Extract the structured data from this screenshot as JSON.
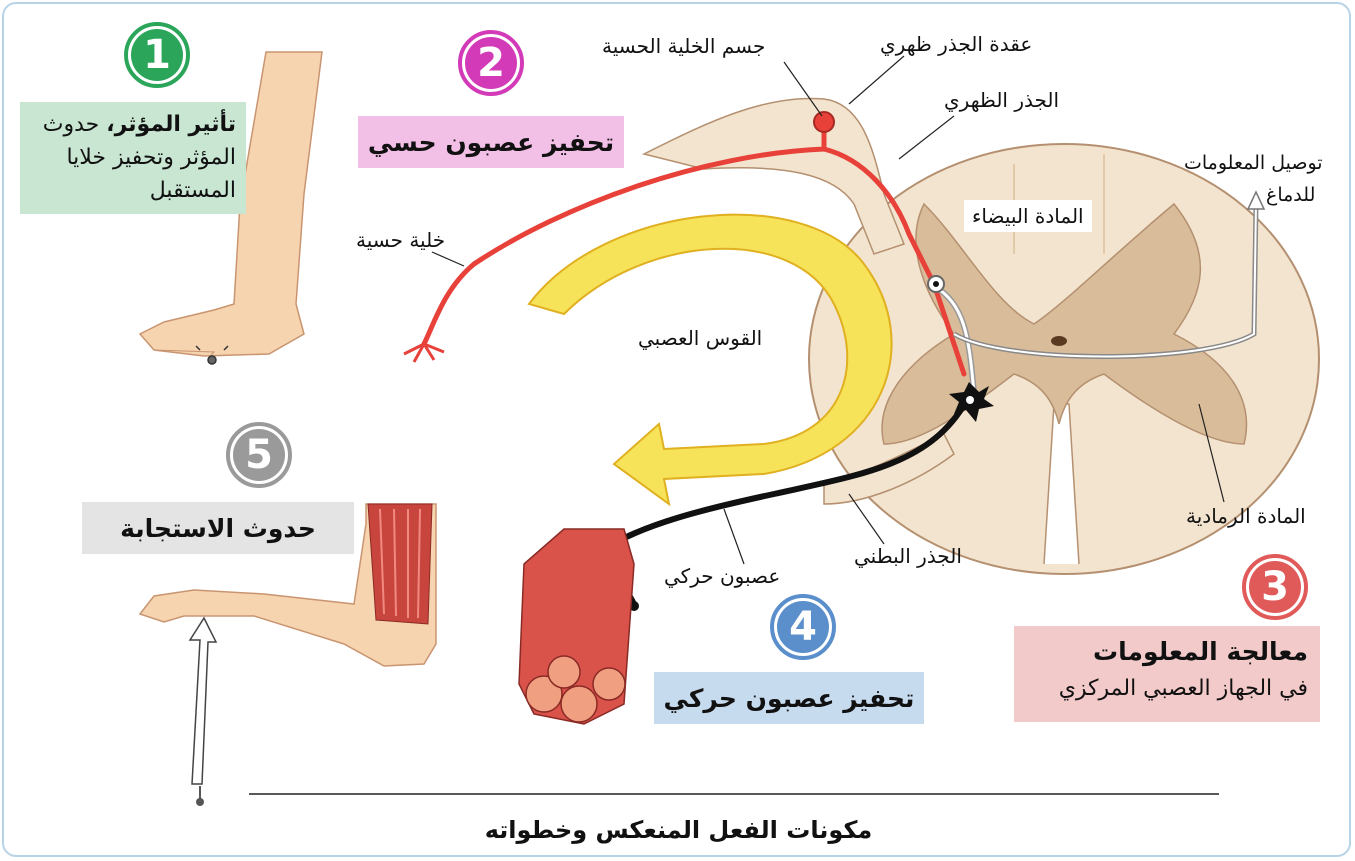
{
  "steps": {
    "s1": {
      "num": "1",
      "title": "تأثير المؤثر،",
      "line1_rest": " حدوث",
      "line2": "المؤثر وتحفيز خلايا",
      "line3": "المستقبل",
      "color": "#2aa55a",
      "bg": "#c9e6d2"
    },
    "s2": {
      "num": "2",
      "title": "تحفيز عصبون حسي",
      "color": "#d33ab8",
      "bg": "#f2bfe6"
    },
    "s3": {
      "num": "3",
      "title": "معالجة المعلومات",
      "sub": "في الجهاز العصبي المركزي",
      "color": "#e05a5a",
      "bg": "#f3caca"
    },
    "s4": {
      "num": "4",
      "title": "تحفيز عصبون حركي",
      "color": "#5a8fcc",
      "bg": "#c7dbef"
    },
    "s5": {
      "num": "5",
      "title": "حدوث الاستجابة",
      "color": "#9a9a9a",
      "bg": "#e4e4e4"
    }
  },
  "labels": {
    "sensory_cell_body": "جسم الخلية الحسية",
    "dorsal_root_ganglion": "عقدة الجذر ظهري",
    "dorsal_root": "الجذر الظهري",
    "to_brain_line1": "توصيل المعلومات",
    "to_brain_line2": "للدماغ",
    "white_matter": "المادة البيضاء",
    "sensory_cell": "خلية حسية",
    "reflex_arc": "القوس العصبي",
    "gray_matter": "المادة الرمادية",
    "ventral_root": "الجذر البطني",
    "motor_neuron": "عصبون حركي"
  },
  "caption": "مكونات الفعل المنعكس وخطواته",
  "colors": {
    "sensory": "#e8413a",
    "motor": "#111111",
    "arc": "#f7e35a",
    "skin": "#f6d4b0",
    "cord": "#f3e4cf",
    "gray": "#d9bc99",
    "border": "#b9d3e6"
  }
}
